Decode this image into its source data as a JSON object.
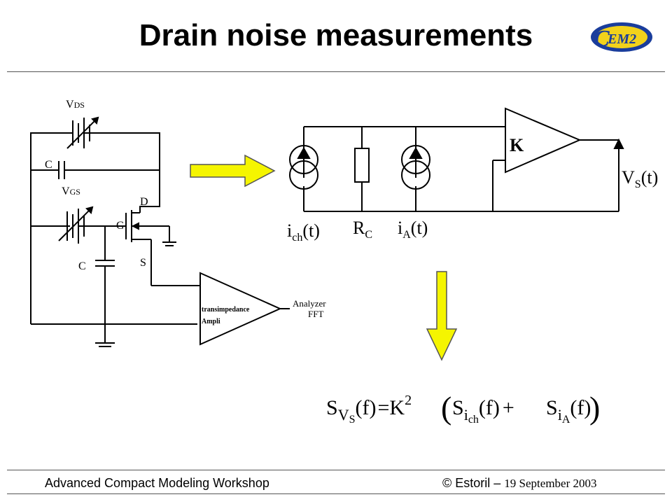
{
  "title": "Drain noise measurements",
  "logo": {
    "text": "EM2",
    "letter": "C",
    "ring_color": "#1a3d9c",
    "fill_color": "#f2d21b"
  },
  "circuit": {
    "vds": "V",
    "vds_sub": "DS",
    "vgs": "V",
    "vgs_sub": "GS",
    "cap_top": "C",
    "cap_bottom": "C",
    "drain": "D",
    "gate": "G",
    "source": "S",
    "amp_line1": "transimpedance",
    "amp_line2": "Ampli",
    "analyzer_line1": "Analyzer",
    "analyzer_line2": "FFT"
  },
  "equivalent": {
    "gain": "K",
    "vs": "V",
    "vs_sub": "S",
    "vs_arg": "(t)",
    "ich": "i",
    "ich_sub": "ch",
    "ich_arg": "(t)",
    "rc": "R",
    "rc_sub": "C",
    "ia": "i",
    "ia_sub": "A",
    "ia_arg": "(t)"
  },
  "formula": {
    "lhs": "S",
    "lhs_sub": "V",
    "lhs_subsub": "S",
    "arg": "(f)",
    "eq": "=",
    "k": "K",
    "k_exp": "2",
    "s1": "S",
    "s1_sub": "i",
    "s1_subsub": "ch",
    "plus": "+",
    "s2": "S",
    "s2_sub": "i",
    "s2_subsub": "A"
  },
  "arrow_color": "#f5f500",
  "footer": {
    "left": "Advanced Compact Modeling Workshop",
    "right_prefix": "© Estoril – ",
    "right_date": "19 September 2003"
  }
}
